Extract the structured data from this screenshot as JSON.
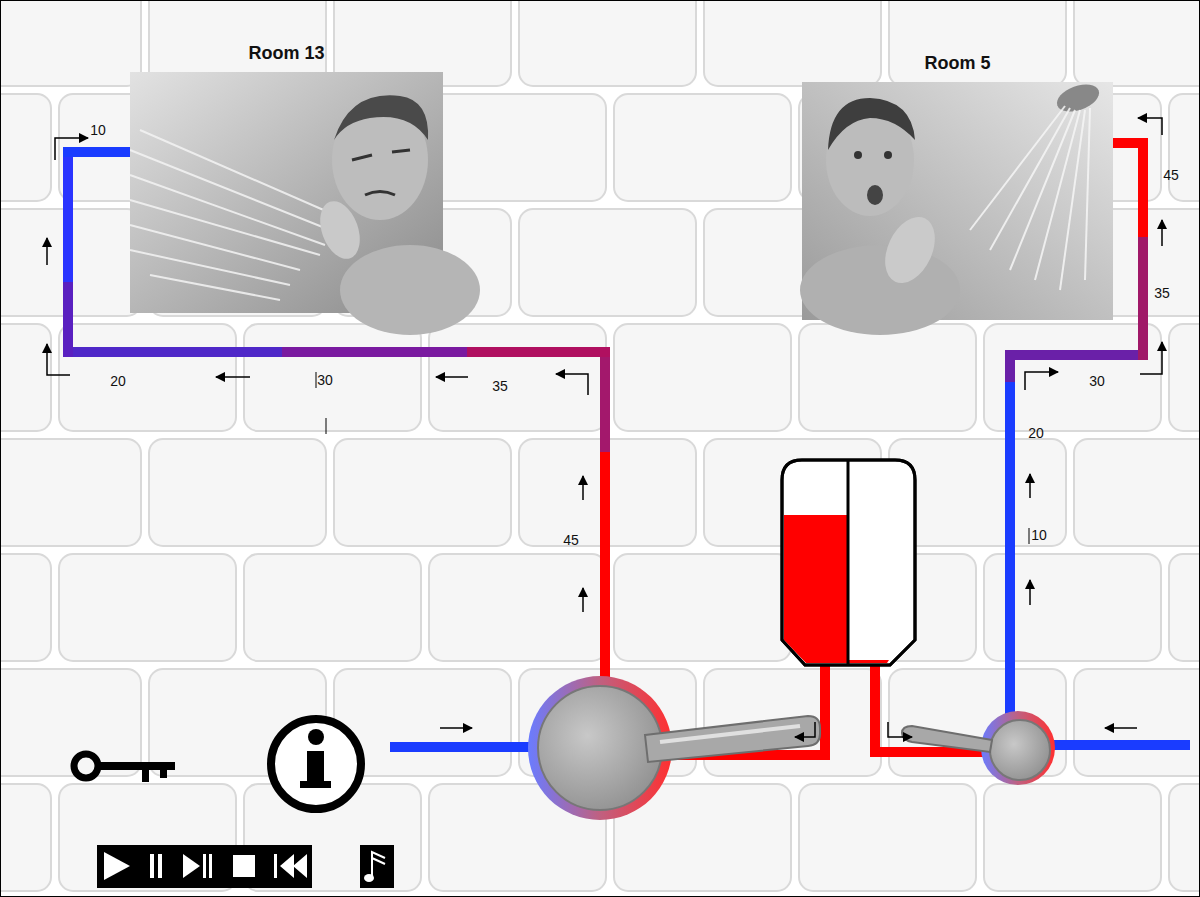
{
  "diagram": {
    "nodes": [
      {
        "text": [
          "Room 13"
        ]
      },
      {
        "text": [
          "Room 5"
        ]
      }
    ],
    "labels": [
      "10",
      "45",
      "35",
      "20",
      "30",
      "35",
      "30",
      "20",
      "45",
      "10"
    ]
  }
}
